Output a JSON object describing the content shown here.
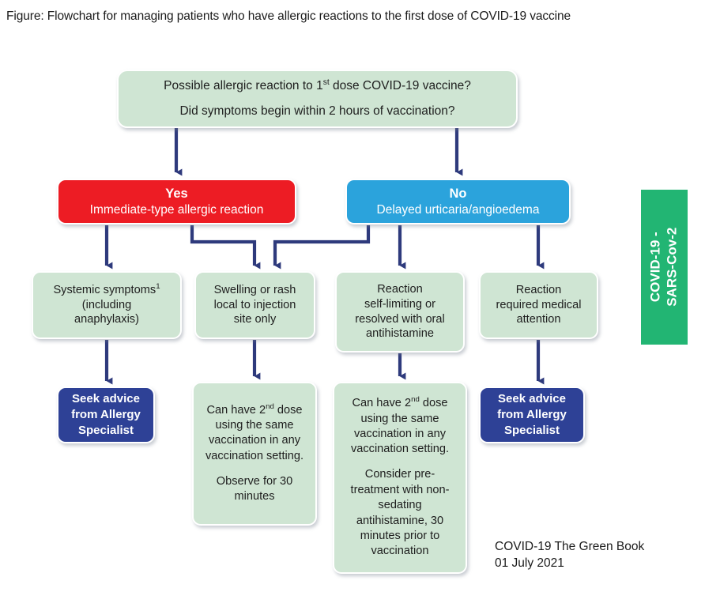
{
  "figure": {
    "caption": "Figure: Flowchart for managing patients who have allergic reactions to the first dose of COVID-19 vaccine"
  },
  "colors": {
    "green_box": "#cfe5d3",
    "red_box": "#ed1c24",
    "blue_box": "#2ba3dc",
    "navy_box": "#2e4196",
    "side_tab_green": "#22b573",
    "connector": "#2e3a7c"
  },
  "flowchart": {
    "question": {
      "line1_a": "Possible allergic reaction to 1",
      "line1_sup": "st",
      "line1_b": " dose COVID-19 vaccine?",
      "line2": "Did symptoms begin within 2 hours of vaccination?"
    },
    "branches": [
      {
        "id": "yes",
        "heading": "Yes",
        "subtitle": "Immediate-type allergic reaction"
      },
      {
        "id": "no",
        "heading": "No",
        "subtitle": "Delayed urticaria/angioedema"
      }
    ],
    "middle": [
      {
        "id": "systemic-symptoms",
        "line1_a": "Systemic symptoms",
        "line1_sup": "1",
        "line2": "(including",
        "line3": "anaphylaxis)"
      },
      {
        "id": "local-swelling",
        "line1": "Swelling or rash",
        "line2": "local to injection",
        "line3": "site only"
      },
      {
        "id": "self-limiting",
        "line1": "Reaction",
        "line2": "self-limiting or",
        "line3": "resolved with oral",
        "line4": "antihistamine"
      },
      {
        "id": "required-medical",
        "line1": "Reaction",
        "line2": "required medical",
        "line3": "attention"
      }
    ],
    "outcomes": [
      {
        "id": "seek-advice-left",
        "line1": "Seek advice",
        "line2": "from Allergy",
        "line3": "Specialist"
      },
      {
        "id": "second-dose-observe",
        "p1_a": "Can have 2",
        "p1_sup": "nd",
        "p1_b": " dose using the same vaccination in any vaccination setting.",
        "p2": "Observe for 30 minutes"
      },
      {
        "id": "second-dose-pretreatment",
        "p1_a": "Can have 2",
        "p1_sup": "nd",
        "p1_b": " dose using the same vaccination in any vaccination setting.",
        "p2": "Consider pre-treatment with non-sedating antihistamine, 30 minutes prior to vaccination"
      },
      {
        "id": "seek-advice-right",
        "line1": "Seek advice",
        "line2": "from Allergy",
        "line3": "Specialist"
      }
    ]
  },
  "side_tab": {
    "line1": "COVID-19 -",
    "line2": "SARS-Cov-2"
  },
  "footer": {
    "line1": "COVID-19 The Green Book",
    "line2": "01 July 2021"
  }
}
